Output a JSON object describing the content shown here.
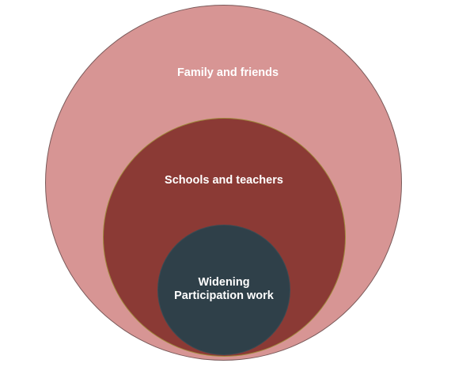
{
  "diagram": {
    "type": "nested-circles",
    "colors": {
      "outer": "#d79594",
      "middle": "#8b3a35",
      "inner": "#2f4049",
      "text": "#ffffff"
    },
    "outer_label": "Family and friends",
    "middle_label": "Schools and teachers",
    "inner_label_line1": "Widening",
    "inner_label_line2": "Participation work"
  }
}
